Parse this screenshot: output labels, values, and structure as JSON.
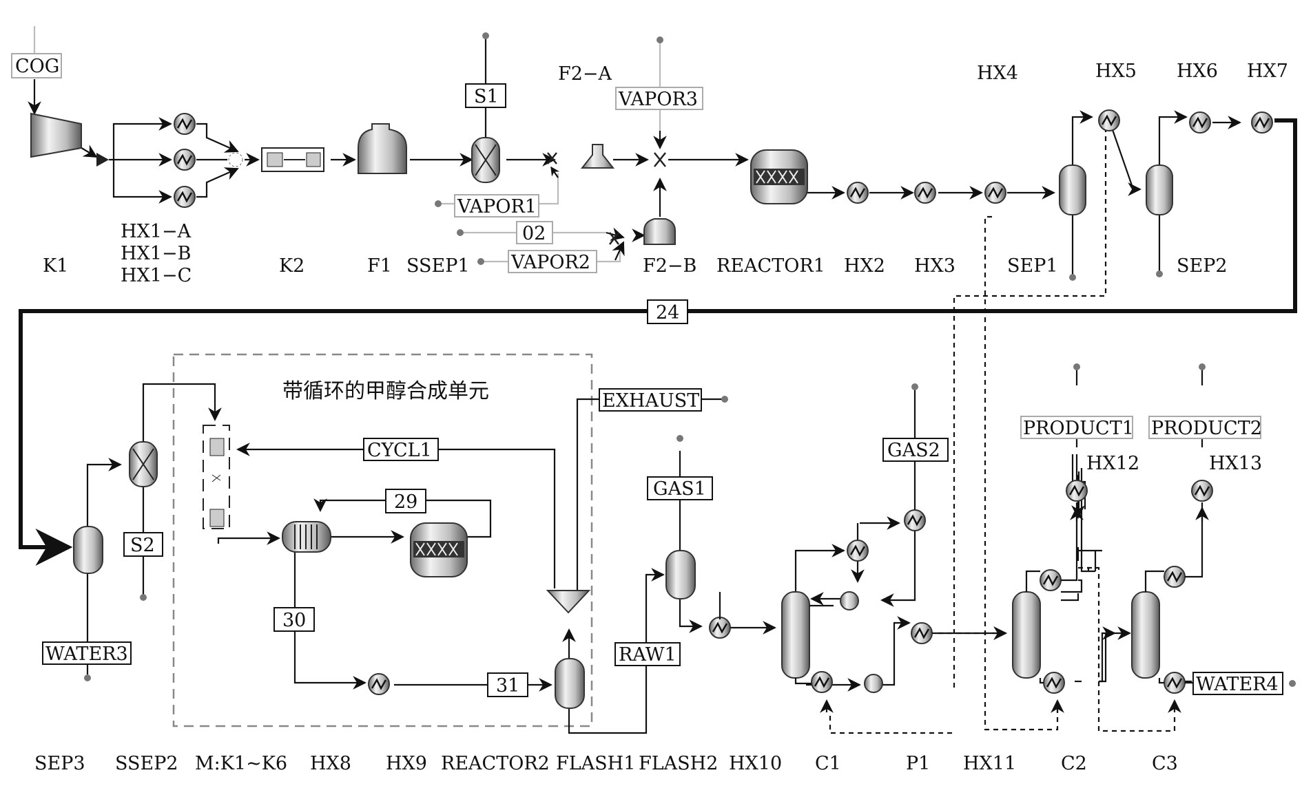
{
  "title": "带循环的甲醇合成单元",
  "labels": {
    "K1": "K1",
    "HX1A": "HX1−A",
    "HX1B": "HX1−B",
    "HX1C": "HX1−C",
    "K2": "K2",
    "F1": "F1",
    "SSEP1": "SSEP1",
    "F2A": "F2−A",
    "F2B": "F2−B",
    "REACTOR1": "REACTOR1",
    "HX2": "HX2",
    "HX3": "HX3",
    "HX4": "HX4",
    "SEP1": "SEP1",
    "HX5": "HX5",
    "HX6": "HX6",
    "HX7": "HX7",
    "SEP2": "SEP2",
    "SEP3": "SEP3",
    "SSEP2": "SSEP2",
    "MK": "M:K1~K6",
    "HX8": "HX8",
    "HX9": "HX9",
    "REACTOR2": "REACTOR2",
    "FLASH1": "FLASH1",
    "FLASH2": "FLASH2",
    "HX10": "HX10",
    "C1": "C1",
    "P1": "P1",
    "HX11": "HX11",
    "C2": "C2",
    "C3": "C3",
    "HX12": "HX12",
    "HX13": "HX13"
  },
  "streams": {
    "COG": "COG",
    "S1": "S1",
    "VAPOR1": "VAPOR1",
    "O2": "02",
    "VAPOR2": "VAPOR2",
    "VAPOR3": "VAPOR3",
    "S24": "24",
    "S2": "S2",
    "WATER3": "WATER3",
    "CYCL1": "CYCL1",
    "S29": "29",
    "S30": "30",
    "S31": "31",
    "EXHAUST": "EXHAUST",
    "GAS1": "GAS1",
    "RAW1": "RAW1",
    "GAS2": "GAS2",
    "PRODUCT1": "PRODUCT1",
    "PRODUCT2": "PRODUCT2",
    "WATER4": "WATER4"
  },
  "icons": {
    "compressor": "compressor-icon",
    "heat_exchanger": "heat-exchanger-icon",
    "vessel": "vessel-icon",
    "reactor": "reactor-icon",
    "column": "column-icon",
    "pump": "pump-icon",
    "mixer": "mixer-icon",
    "splitter": "splitter-icon"
  }
}
